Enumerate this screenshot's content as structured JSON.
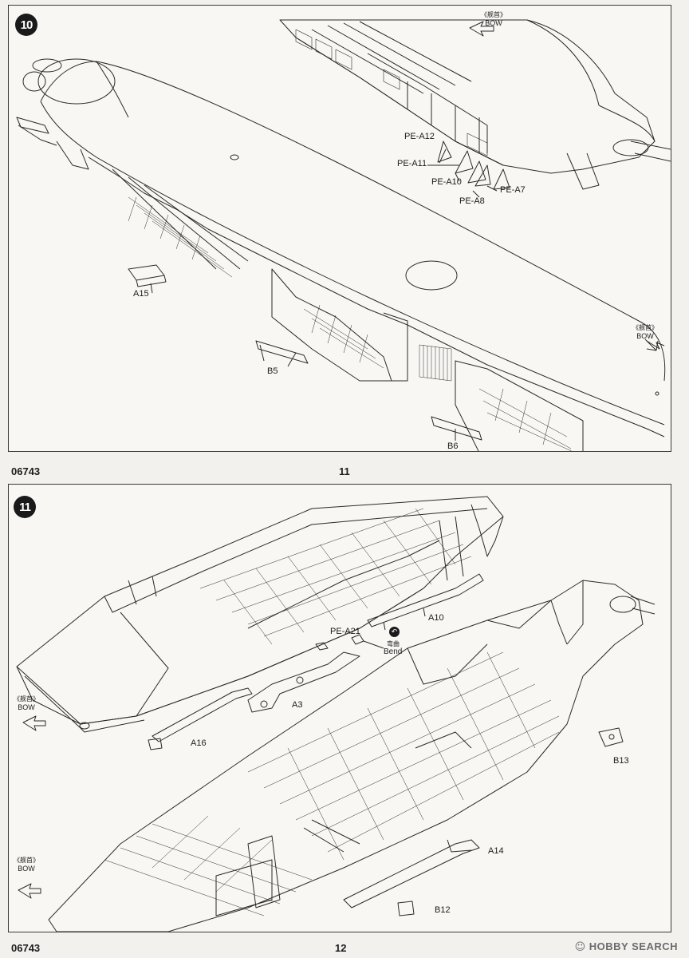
{
  "page1": {
    "step_number": "10",
    "bow": {
      "cn": "《舰首》",
      "en": "BOW"
    },
    "bow_right": {
      "cn": "《舰首》",
      "en": "BOW"
    },
    "parts": {
      "pe_a12": "PE-A12",
      "pe_a11": "PE-A11",
      "pe_a10": "PE-A10",
      "pe_a8": "PE-A8",
      "pe_a7": "PE-A7",
      "a15": "A15",
      "b5": "B5",
      "b6": "B6"
    },
    "footer": {
      "code": "06743",
      "page_number": "11"
    }
  },
  "page2": {
    "step_number": "11",
    "bow_left": {
      "cn": "《舰首》",
      "en": "BOW"
    },
    "bow_bottom": {
      "cn": "《舰首》",
      "en": "BOW"
    },
    "parts": {
      "pe_a21": "PE-A21",
      "bend_cn": "弯曲",
      "bend_en": "Bend",
      "a10": "A10",
      "a3": "A3",
      "a16": "A16",
      "b13": "B13",
      "a14": "A14",
      "b12": "B12"
    },
    "footer": {
      "code": "06743",
      "page_number": "12"
    }
  },
  "watermark": {
    "logo": "☺",
    "text": "HOBBY SEARCH"
  },
  "colors": {
    "line": "#2a2a2a",
    "paper": "#f8f7f4",
    "step_badge": "#1a1a1a"
  }
}
